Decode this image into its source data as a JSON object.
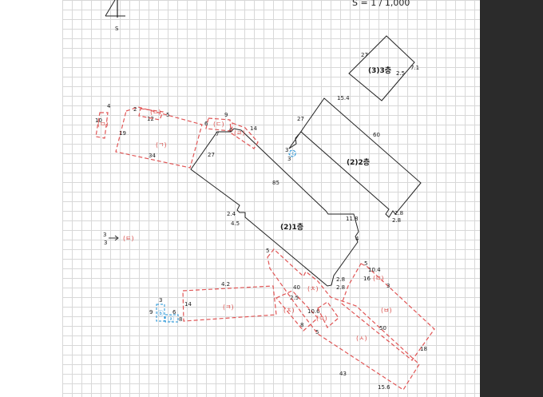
{
  "scale_text": "S = 1 / 1,000",
  "north_label": "S",
  "buildings": {
    "b1": {
      "label": "(2)1층",
      "dims": [
        "27",
        "85",
        "2.4",
        "4.5",
        "11.8",
        "4",
        "2.8",
        "2.8",
        "40",
        "5",
        "7"
      ]
    },
    "b2": {
      "label": "(2)2층",
      "dims": [
        "27",
        "60",
        "15.4",
        "2.8",
        "2.8",
        "3",
        "3"
      ]
    },
    "b3": {
      "label": "(3)3층",
      "dims": [
        "27",
        "2.5",
        "7.1"
      ]
    }
  },
  "zones": {
    "ga": {
      "label": "(ㄱ)",
      "dims": [
        "19",
        "34",
        "2",
        "12",
        "5"
      ]
    },
    "na": {
      "label": "(ㄴ)"
    },
    "da": {
      "label": "(ㄷ)",
      "dims": [
        "9",
        "6",
        "6"
      ]
    },
    "ra": {
      "label": "(ㄹ)",
      "dims": [
        "14"
      ]
    },
    "mi": {
      "label": "(ㅁ)",
      "dims": [
        "4",
        "10"
      ]
    },
    "ta": {
      "label": "(ㅌ)",
      "dims": [
        "3",
        "3"
      ]
    },
    "ka": {
      "label": "(ㅋ)",
      "dims": [
        "4.2",
        "14"
      ]
    },
    "cha1": {
      "label": "(ㅊ)",
      "dims": [
        "2.5",
        "10.6",
        "8",
        "5"
      ]
    },
    "cha2": {
      "label": "(ㅊ)"
    },
    "o": {
      "label": "(ㅇ)"
    },
    "sa": {
      "label": "(ㅅ)",
      "dims": [
        "43",
        "15.6",
        "18",
        "50"
      ]
    },
    "bi": {
      "label": "(ㅂ)",
      "dims": [
        "5",
        "3"
      ]
    },
    "ma": {
      "label": "(ㅁ)",
      "dims": [
        "16",
        "10.4"
      ]
    }
  },
  "blue_marks": {
    "c": {
      "label": "ⓒ"
    },
    "b": {
      "label": "ⓑ",
      "dims": [
        "3",
        "9"
      ]
    },
    "a": {
      "label": "ⓐ",
      "dims": [
        "6",
        "8"
      ]
    }
  }
}
